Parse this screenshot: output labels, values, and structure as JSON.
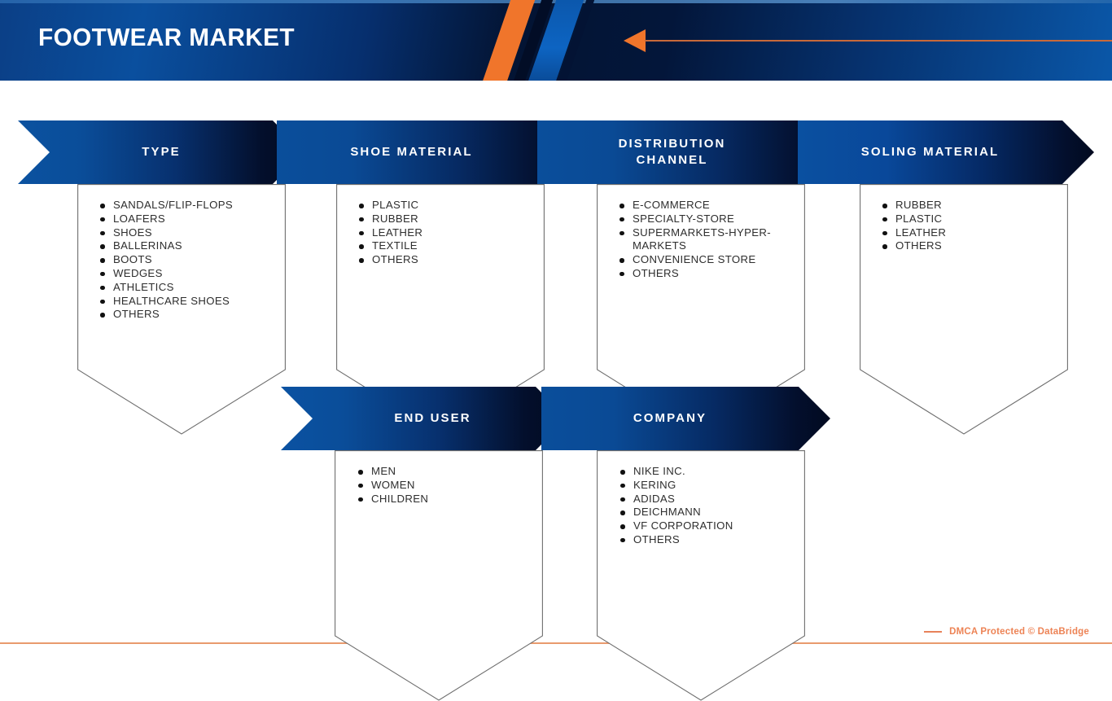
{
  "header": {
    "title": "FOOTWEAR MARKET",
    "accent_orange": "#f0752b",
    "navy_dark": "#031433",
    "blue": "#0a4f9e"
  },
  "categories": [
    {
      "id": "type",
      "label": "TYPE",
      "items": [
        "SANDALS/FLIP-FLOPS",
        "LOAFERS",
        "SHOES",
        "BALLERINAS",
        "BOOTS",
        "WEDGES",
        "ATHLETICS",
        "HEALTHCARE SHOES",
        "OTHERS"
      ]
    },
    {
      "id": "shoe-material",
      "label": "SHOE MATERIAL",
      "items": [
        "PLASTIC",
        "RUBBER",
        "LEATHER",
        "TEXTILE",
        "OTHERS"
      ]
    },
    {
      "id": "distribution-channel",
      "label": "DISTRIBUTION\nCHANNEL",
      "items": [
        "E-COMMERCE",
        "SPECIALTY-STORE",
        "SUPERMARKETS-HYPER-\nMARKETS",
        "CONVENIENCE STORE",
        "OTHERS"
      ]
    },
    {
      "id": "soling-material",
      "label": "SOLING MATERIAL",
      "items": [
        "RUBBER",
        "PLASTIC",
        "LEATHER",
        "OTHERS"
      ]
    },
    {
      "id": "end-user",
      "label": "END USER",
      "items": [
        "MEN",
        "WOMEN",
        "CHILDREN"
      ]
    },
    {
      "id": "company",
      "label": "COMPANY",
      "items": [
        "NIKE INC.",
        "KERING",
        "ADIDAS",
        "DEICHMANN",
        "VF CORPORATION",
        "OTHERS"
      ]
    }
  ],
  "footer": {
    "credit": "DMCA Protected © DataBridge",
    "credit_color": "#ed8355",
    "rule_color": "#e99a6e"
  }
}
